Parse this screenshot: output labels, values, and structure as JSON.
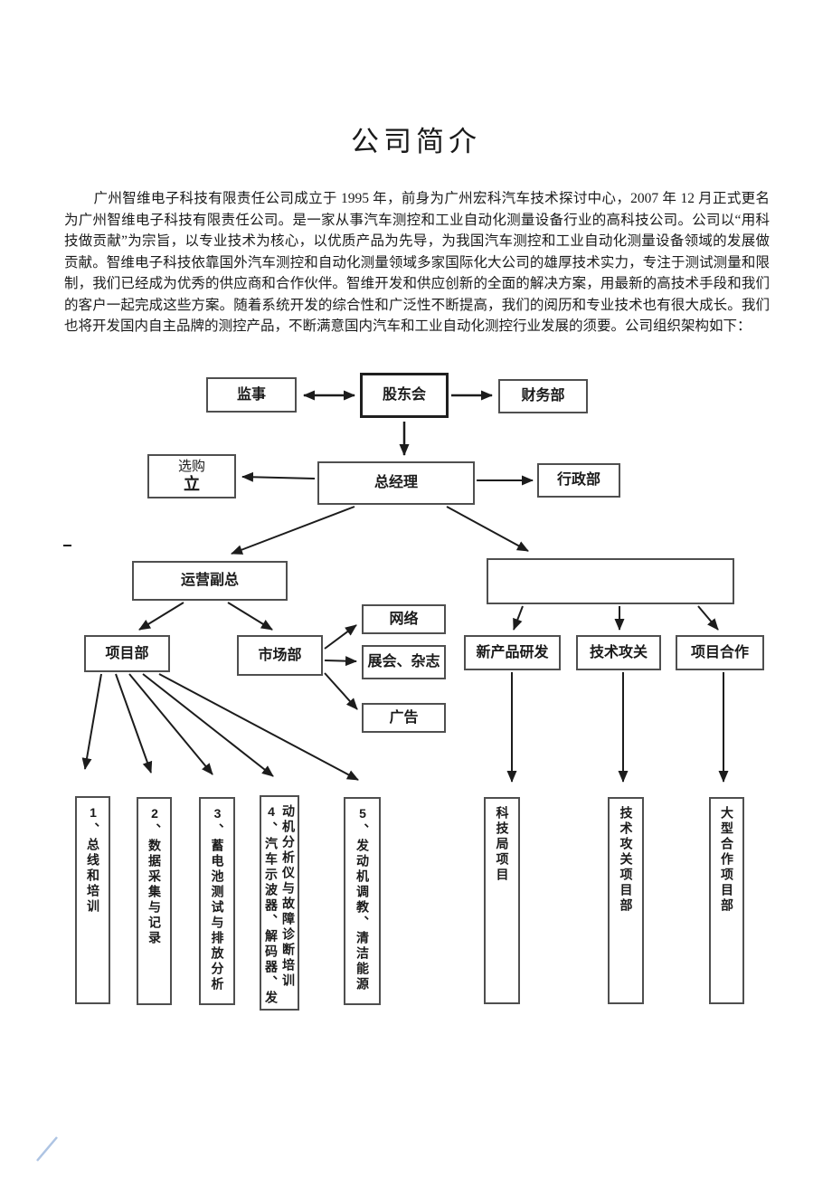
{
  "document": {
    "title": "公司简介",
    "body_paragraph": "广州智维电子科技有限责任公司成立于 1995 年，前身为广州宏科汽车技术探讨中心，2007 年 12 月正式更名为广州智维电子科技有限责任公司。是一家从事汽车测控和工业自动化测量设备行业的高科技公司。公司以“用科技做贡献”为宗旨，以专业技术为核心，以优质产品为先导，为我国汽车测控和工业自动化测量设备领域的发展做贡献。智维电子科技依靠国外汽车测控和自动化测量领域多家国际化大公司的雄厚技术实力，专注于测试测量和限制，我们已经成为优秀的供应商和合作伙伴。智维开发和供应创新的全面的解决方案，用最新的高技术手段和我们的客户一起完成这些方案。随着系统开发的综合性和广泛性不断提高，我们的阅历和专业技术也有很大成长。我们也将开发国内自主品牌的测控产品，不断满意国内汽车和工业自动化测控行业发展的须要。公司组织架构如下："
  },
  "org": {
    "nodes": {
      "supervisor": "监事",
      "shareholders": "股东会",
      "finance_dept": "财务部",
      "general_manager": "总经理",
      "procure_line1": "选购",
      "procure_line2": "立",
      "admin_dept": "行政部",
      "operations_vp": "运营副总",
      "right_branch_unlabeled": "",
      "project_dept": "项目部",
      "market_dept": "市场部",
      "network": "网络",
      "exhibition_magazine": "展会、杂志",
      "advertising": "广告",
      "new_product_rd": "新产品研发",
      "tech_breakthrough": "技术攻关",
      "project_cooperation": "项目合作",
      "leaf_bus_training": "1、总线和培训",
      "leaf_data_acquisition": "2、数据采集与记录",
      "leaf_battery_test": "3、蓄电池测试与排放分析",
      "leaf_oscilloscope": "4、汽车示波器、解码器、发动机分析仪与故障诊断培训",
      "leaf_engine_tuning": "5、发动机调教、清洁能源",
      "leaf_tech_bureau": "科技局项目",
      "leaf_tech_breakthrough_dept": "技术攻关项目部",
      "leaf_large_cooperation_dept": "大型合作项目部"
    },
    "edges": [
      {
        "from": "supervisor",
        "to": "shareholders",
        "style": "bidirectional"
      },
      {
        "from": "shareholders",
        "to": "finance_dept",
        "style": "arrow"
      },
      {
        "from": "shareholders",
        "to": "general_manager",
        "style": "arrow"
      },
      {
        "from": "general_manager",
        "to": "procurement",
        "style": "arrow"
      },
      {
        "from": "general_manager",
        "to": "admin_dept",
        "style": "arrow"
      },
      {
        "from": "general_manager",
        "to": "operations_vp",
        "style": "arrow"
      },
      {
        "from": "general_manager",
        "to": "right_branch_unlabeled",
        "style": "arrow"
      },
      {
        "from": "operations_vp",
        "to": "project_dept",
        "style": "arrow"
      },
      {
        "from": "operations_vp",
        "to": "market_dept",
        "style": "arrow"
      },
      {
        "from": "market_dept",
        "to": "network",
        "style": "arrow"
      },
      {
        "from": "market_dept",
        "to": "exhibition_magazine",
        "style": "arrow"
      },
      {
        "from": "market_dept",
        "to": "advertising",
        "style": "arrow"
      },
      {
        "from": "right_branch_unlabeled",
        "to": "new_product_rd",
        "style": "arrow"
      },
      {
        "from": "right_branch_unlabeled",
        "to": "tech_breakthrough",
        "style": "arrow"
      },
      {
        "from": "right_branch_unlabeled",
        "to": "project_cooperation",
        "style": "arrow"
      },
      {
        "from": "project_dept",
        "to": "leaf_bus_training",
        "style": "arrow"
      },
      {
        "from": "project_dept",
        "to": "leaf_data_acquisition",
        "style": "arrow"
      },
      {
        "from": "project_dept",
        "to": "leaf_battery_test",
        "style": "arrow"
      },
      {
        "from": "project_dept",
        "to": "leaf_oscilloscope",
        "style": "arrow"
      },
      {
        "from": "project_dept",
        "to": "leaf_engine_tuning",
        "style": "arrow"
      },
      {
        "from": "new_product_rd",
        "to": "leaf_tech_bureau",
        "style": "arrow"
      },
      {
        "from": "tech_breakthrough",
        "to": "leaf_tech_breakthrough_dept",
        "style": "arrow"
      },
      {
        "from": "project_cooperation",
        "to": "leaf_large_cooperation_dept",
        "style": "arrow"
      }
    ]
  }
}
